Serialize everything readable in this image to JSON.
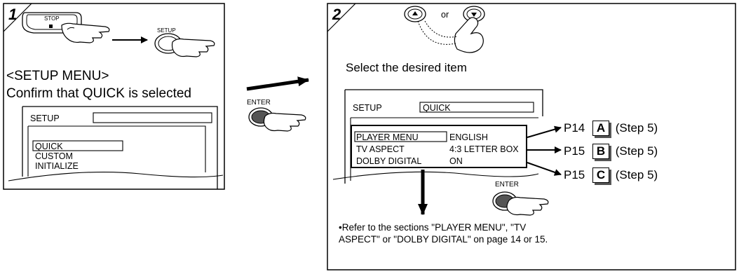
{
  "step1": {
    "number": "1",
    "stop_label": "STOP",
    "setup_key_label": "SETUP",
    "menu_heading": "<SETUP MENU>",
    "instruction": "Confirm that QUICK is selected",
    "screen": {
      "title": "SETUP",
      "items": [
        "QUICK",
        "CUSTOM",
        "INITIALIZE"
      ]
    }
  },
  "middle": {
    "enter_label": "ENTER"
  },
  "step2": {
    "number": "2",
    "or_text": "or",
    "instruction": "Select the desired item",
    "screen": {
      "title": "SETUP",
      "mode": "QUICK",
      "rows": [
        {
          "item": "PLAYER MENU",
          "value": "ENGLISH"
        },
        {
          "item": "TV ASPECT",
          "value": "4:3 LETTER BOX"
        },
        {
          "item": "DOLBY DIGITAL",
          "value": "ON"
        }
      ]
    },
    "refs": [
      {
        "page": "P14",
        "letter": "A",
        "step": "(Step 5)"
      },
      {
        "page": "P15",
        "letter": "B",
        "step": "(Step 5)"
      },
      {
        "page": "P15",
        "letter": "C",
        "step": "(Step 5)"
      }
    ],
    "enter_label": "ENTER",
    "note": "•Refer to the sections \"PLAYER MENU\", \"TV ASPECT\" or \"DOLBY DIGITAL\" on page 14 or 15."
  }
}
